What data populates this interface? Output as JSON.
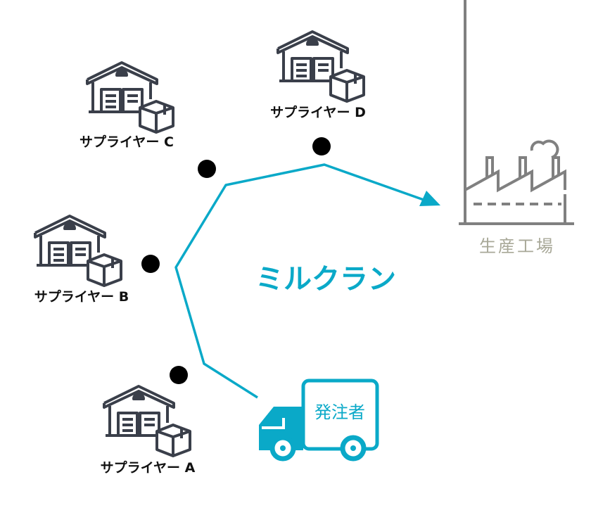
{
  "suppliers": [
    {
      "label": "サプライヤー A"
    },
    {
      "label": "サプライヤー B"
    },
    {
      "label": "サプライヤー C"
    },
    {
      "label": "サプライヤー D"
    }
  ],
  "route_label": "ミルクラン",
  "factory_label": "生産工場",
  "truck_label": "発注者",
  "colors": {
    "accent": "#0aa9c8",
    "icon": "#3a3f4a",
    "factory": "#808080",
    "factory_text": "#a8a898"
  }
}
